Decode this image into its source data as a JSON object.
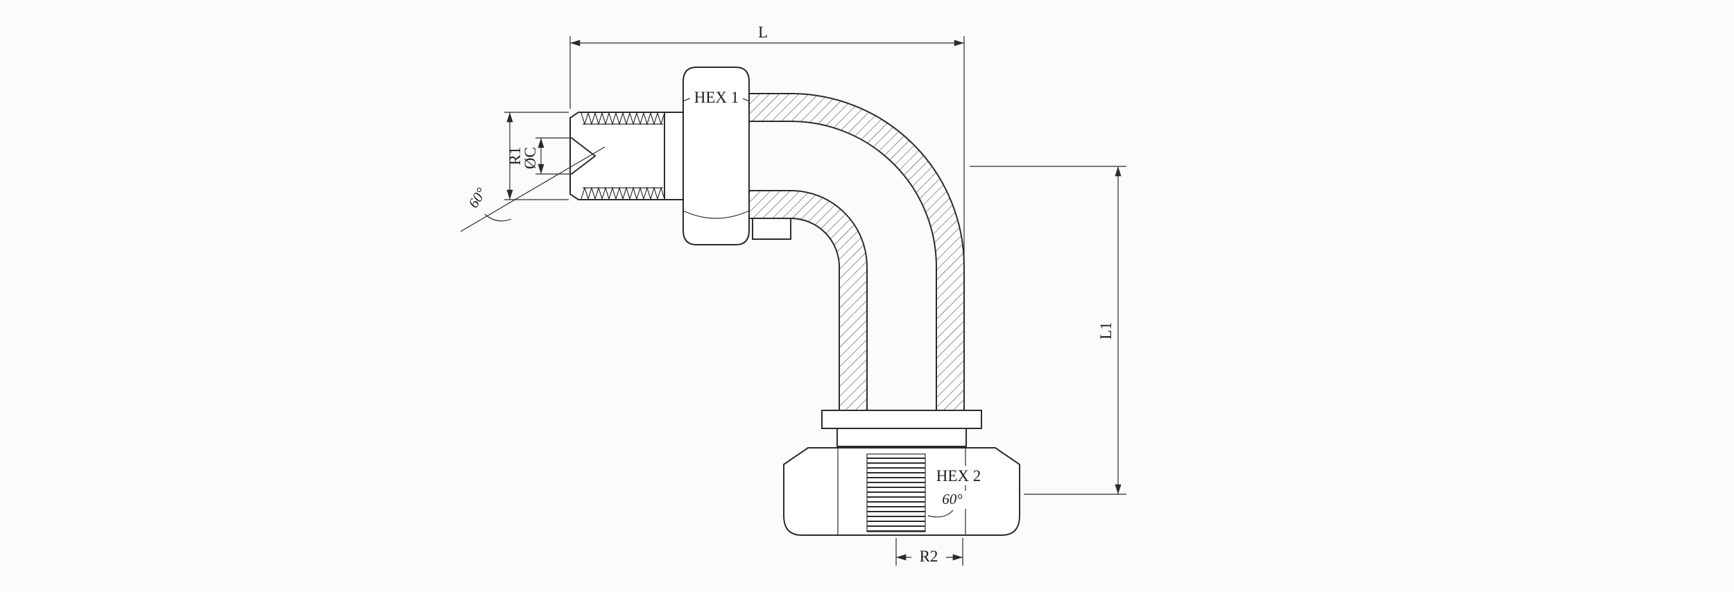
{
  "drawing": {
    "kind": "90-degree-elbow-hydraulic-fitting-section",
    "labels": {
      "dim_l": "L",
      "hex1": "HEX 1",
      "dim_r1": "R1",
      "dim_c": "ØC",
      "angle_left": "60°",
      "dim_l1": "L1",
      "hex2": "HEX 2",
      "angle_seat": "60°",
      "dim_r2": "R2"
    },
    "colors": {
      "line": "#2b2b2b",
      "text": "#1d1d1d",
      "background": "#fbfbfa",
      "part_fill": "#ffffff"
    }
  }
}
